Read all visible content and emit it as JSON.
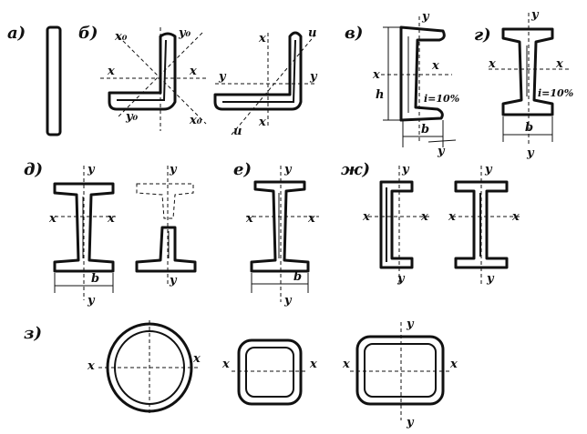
{
  "sections": {
    "a": "а)",
    "b": "б)",
    "v": "в)",
    "g": "г)",
    "d": "д)",
    "e": "е)",
    "zh": "ж)",
    "z": "з)"
  },
  "axes": {
    "x": "x",
    "y": "y",
    "x0": "x₀",
    "y0": "y₀",
    "u": "u",
    "h": "h",
    "b": "b"
  },
  "slope": "i=10%"
}
